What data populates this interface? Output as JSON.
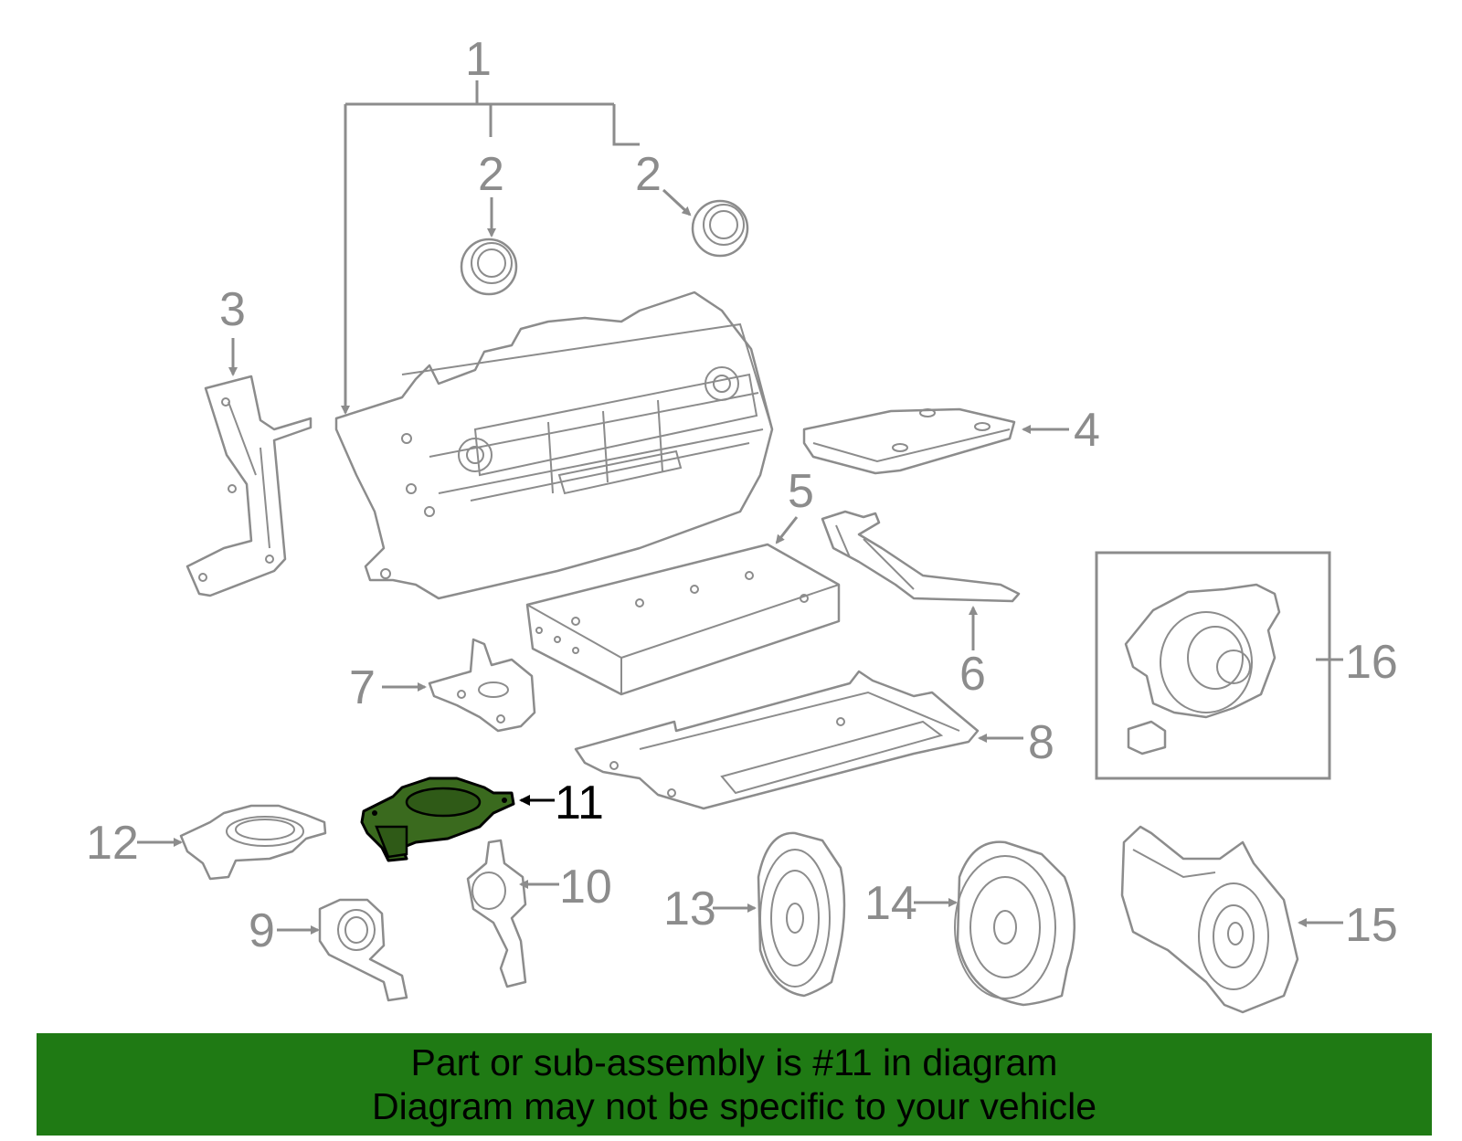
{
  "callouts": {
    "c1": "1",
    "c2a": "2",
    "c2b": "2",
    "c3": "3",
    "c4": "4",
    "c5": "5",
    "c6": "6",
    "c7": "7",
    "c8": "8",
    "c9": "9",
    "c10": "10",
    "c11": "11",
    "c12": "12",
    "c13": "13",
    "c14": "14",
    "c15": "15",
    "c16": "16"
  },
  "highlight": {
    "part_number": "11",
    "color": "#1f7a14"
  },
  "banner": {
    "line1": "Part or sub-assembly is #11 in diagram",
    "line2": "Diagram may not be specific to your vehicle",
    "color": "#1f7a14"
  }
}
